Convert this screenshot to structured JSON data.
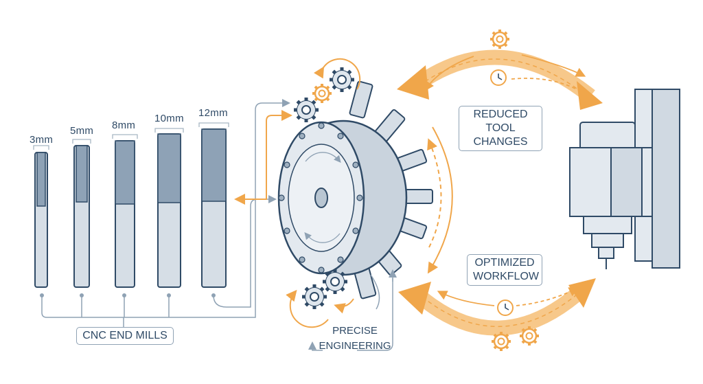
{
  "end_mills": {
    "title": "CNC END MILLS",
    "sizes": [
      "3mm",
      "5mm",
      "8mm",
      "10mm",
      "12mm"
    ]
  },
  "turret": {
    "label_line1": "PRECISE",
    "label_line2": "ENGINEERING"
  },
  "benefits": {
    "top_line1": "REDUCED",
    "top_line2": "TOOL CHANGES",
    "bottom_line1": "OPTIMIZED",
    "bottom_line2": "WORKFLOW"
  },
  "colors": {
    "accent": "#f0a64a",
    "outline": "#2f4a66",
    "metal": "#c9d3dd",
    "connector": "#8fa2b4"
  }
}
